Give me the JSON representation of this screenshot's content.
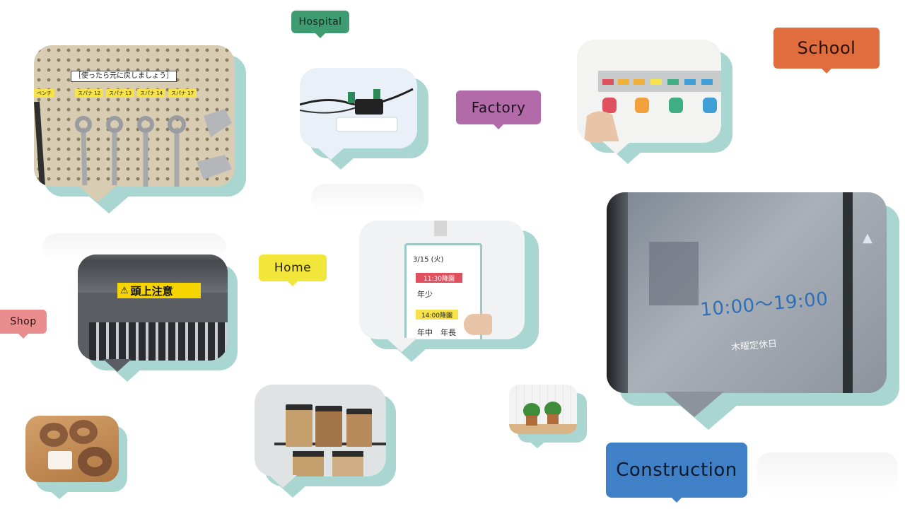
{
  "labels": {
    "hospital": "Hospital",
    "school": "School",
    "factory": "Factory",
    "home": "Home",
    "shop": "Shop",
    "construction": "Construction"
  },
  "photo_text": {
    "pegboard_banner": "［使ったら元に戻しましょう］",
    "pegboard_tags": [
      "ペンチ",
      "スパナ 12",
      "スパナ 13",
      "スパナ 14",
      "スパナ 17"
    ],
    "caution_sign": "頭上注意",
    "board_date": "3/15 (火)",
    "board_row1_time": "11:30降園",
    "board_row1_class": "年少",
    "board_row2_time": "14:00降園",
    "board_row2_class": "年中　年長",
    "door_hours": "10:00～19:00",
    "door_closed": "木曜定休日"
  },
  "colors": {
    "shadow": "#a9d6d1",
    "hospital": "#3f9b71",
    "school": "#df6d3d",
    "factory": "#b26aa8",
    "home": "#f2e63a",
    "shop": "#ea8d8e",
    "construction": "#3f80c6",
    "label_yellow": "#f6e24a",
    "label_red": "#e0515f",
    "hours_text": "#2f6fb8"
  },
  "icons": {
    "caution": "warning-triangle-icon"
  }
}
